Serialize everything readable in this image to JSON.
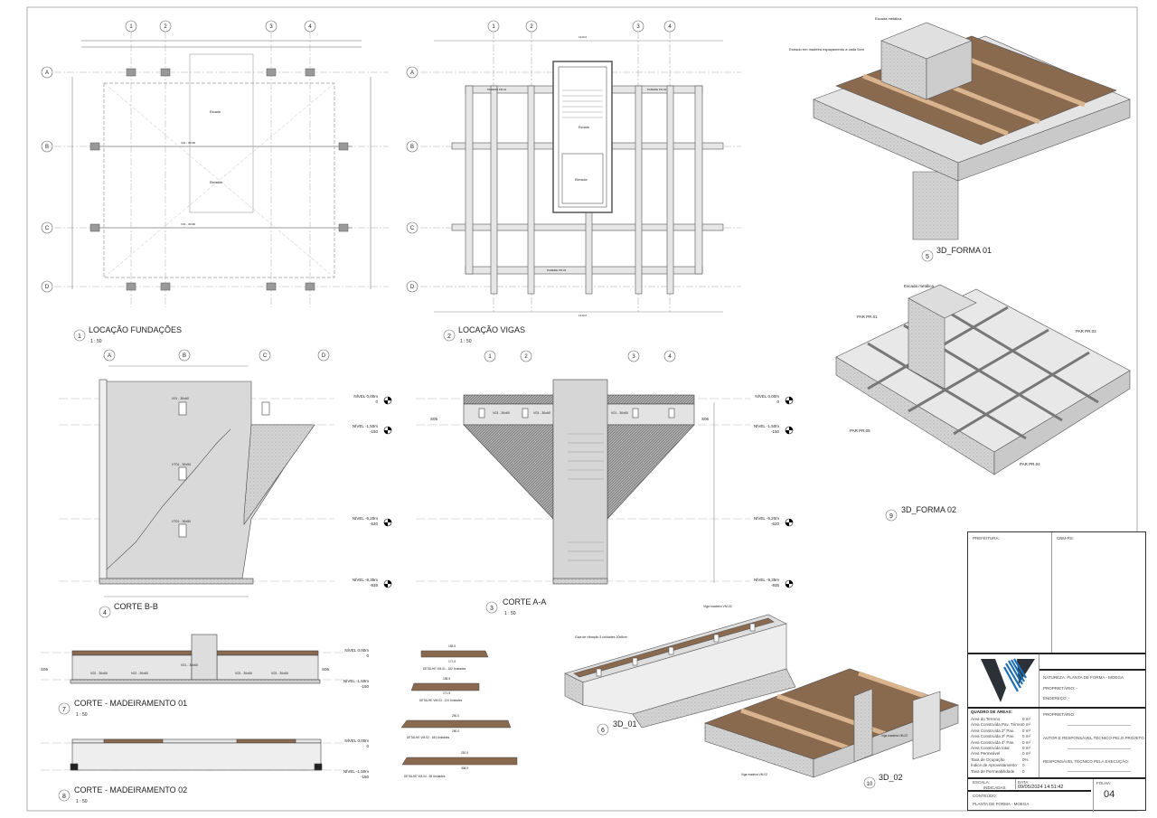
{
  "views": [
    {
      "number": "1",
      "title": "LOCAÇÃO FUNDAÇÕES",
      "scale": "1 : 50"
    },
    {
      "number": "2",
      "title": "LOCAÇÃO VIGAS",
      "scale": "1 : 50"
    },
    {
      "number": "3",
      "title": "CORTE A-A",
      "scale": "1 : 50"
    },
    {
      "number": "4",
      "title": "CORTE B-B",
      "scale": ""
    },
    {
      "number": "5",
      "title": "3D_FORMA 01",
      "scale": ""
    },
    {
      "number": "6",
      "title": "3D_01",
      "scale": ""
    },
    {
      "number": "7",
      "title": "CORTE - MADEIRAMENTO 01",
      "scale": "1 : 50"
    },
    {
      "number": "8",
      "title": "CORTE - MADEIRAMENTO 02",
      "scale": "1 : 50"
    },
    {
      "number": "9",
      "title": "3D_FORMA 02",
      "scale": ""
    },
    {
      "number": "10",
      "title": "3D_02",
      "scale": ""
    }
  ],
  "grid": {
    "rows": [
      "A",
      "B",
      "C",
      "D"
    ],
    "cols": [
      "1",
      "2",
      "3",
      "4"
    ]
  },
  "plan1": {
    "labels": [
      "Escada",
      "Elevador",
      "V01 - 30x60",
      "V03 - 30x60"
    ]
  },
  "plan2": {
    "labels": [
      "PAREDE PR.01",
      "PAREDE PR.02",
      "PAREDE PR.04",
      "Escada",
      "Elevador",
      "1210.0",
      "1210.0"
    ]
  },
  "levels": [
    {
      "name": "NÍVEL 0,00m",
      "value": "0"
    },
    {
      "name": "NÍVEL -1,50m",
      "value": "-150"
    },
    {
      "name": "NÍVEL -6,20m",
      "value": "-620"
    },
    {
      "name": "NÍVEL -9,35m",
      "value": "-935"
    }
  ],
  "cortes_labels": {
    "v01": "V01 - 30x60",
    "vt01": "VT01 - 30x50",
    "v02": "V02 - 30x60",
    "v03": "V03 - 30x60",
    "s05": "S05",
    "s06": "S06"
  },
  "details": [
    {
      "caption": "DETALHE VM-01 - 182 Unidades",
      "top": "158.5",
      "bottom": "171.5"
    },
    {
      "caption": "DETALHE VM-03 - 124 Unidades",
      "top": "158.5",
      "bottom": "171.5"
    },
    {
      "caption": "DETALHE VM-02 - 184 Unidades",
      "top": "250.0",
      "bottom": "280.0"
    },
    {
      "caption": "DETALHE VM-04 - 56 Unidades",
      "top": "281.5",
      "bottom": "308.5"
    }
  ],
  "annotations_3d": {
    "escada": "Escada metálica",
    "estrado": "Estrado em madeira espaçamento a cada 5cm",
    "par01": "PAR PR.01",
    "par03": "PAR PR.03",
    "par05": "PAR PR.05",
    "par04": "PAR PR.04",
    "guia": "Guia de vibração 3 unidades 20x8cm",
    "vm": "Viga madeira VM-02"
  },
  "title_block": {
    "prefeitura": "PREFEITURA:",
    "cbm": "CBM-RS:",
    "natureza": "NATUREZA:  PLANTA DE FORMA - MOEGA",
    "proprietario": "PROPRIETÁRIO:  -",
    "endereco": "ENDEREÇO:  -",
    "quadro_title": "QUADRO DE ÁREAS:",
    "areas": [
      {
        "label": "Área do Terreno",
        "value": "0 m²"
      },
      {
        "label": "Área Construída Pav. Térreo",
        "value": "0 m²"
      },
      {
        "label": "Área Construída 2º Pav.",
        "value": "0 m²"
      },
      {
        "label": "Área Construída 3º Pav.",
        "value": "0 m²"
      },
      {
        "label": "Área Construída 4º Pav.",
        "value": "0 m²"
      },
      {
        "label": "Área Construída total",
        "value": "0 m²"
      },
      {
        "label": "Área Permeável",
        "value": "0 m²"
      },
      {
        "label": "Taxa de Ocupação",
        "value": "0%"
      },
      {
        "label": "Índice de Aproveitamento",
        "value": "0"
      },
      {
        "label": "Taxa de Permeabilidade",
        "value": "0"
      }
    ],
    "proprietario2": "PROPRIETÁRIO:",
    "autor": "AUTOR E RESPONSÁVEL TÉCNICO PELO PROJETO:",
    "resp_exec": "RESPONSÁVEL TÉCNICO PELA EXECUÇÃO:",
    "escala_label": "ESCALA:",
    "escala_value": "INDICADAS",
    "data_label": "DATA:",
    "data_value": "09/05/2024 14:51:42",
    "folha_label": "FOLHA:",
    "folha_value": "04",
    "conteudo_label": "CONTEÚDO:",
    "conteudo_value": "PLANTA DE FORMA - MOEGA"
  },
  "colors": {
    "wood": "#8a6a4f",
    "wood_light": "#d9b48f",
    "concrete": "#d8d8d8",
    "logo_dark": "#2b3137",
    "logo_blue": "#1d6fb5"
  }
}
